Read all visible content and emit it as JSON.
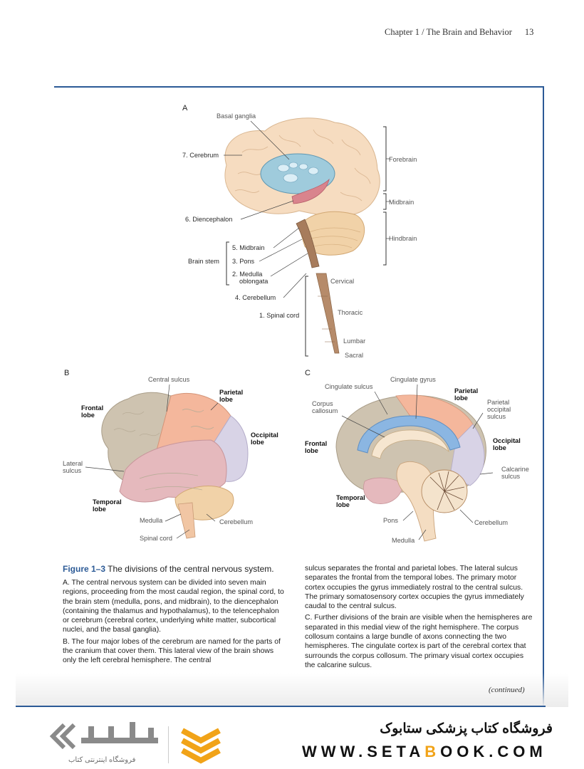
{
  "header": {
    "running_title": "Chapter 1 / The Brain and Behavior",
    "page_number": "13"
  },
  "panel_a": {
    "letter": "A",
    "labels": {
      "basal_ganglia": "Basal ganglia",
      "cerebrum": "7. Cerebrum",
      "diencephalon": "6. Diencephalon",
      "brain_stem": "Brain stem",
      "midbrain_num": "5. Midbrain",
      "pons": "3. Pons",
      "medulla_line1": "2. Medulla",
      "medulla_line2": "oblongata",
      "cerebellum": "4. Cerebellum",
      "spinal_cord": "1. Spinal cord",
      "forebrain": "Forebrain",
      "midbrain": "Midbrain",
      "hindbrain": "Hindbrain",
      "cervical": "Cervical",
      "thoracic": "Thoracic",
      "lumbar": "Lumbar",
      "sacral": "Sacral"
    }
  },
  "panel_b": {
    "letter": "B",
    "labels": {
      "central_sulcus": "Central sulcus",
      "parietal_line1": "Parietal",
      "parietal_line2": "lobe",
      "frontal_line1": "Frontal",
      "frontal_line2": "lobe",
      "occipital_line1": "Occipital",
      "occipital_line2": "lobe",
      "lateral_line1": "Lateral",
      "lateral_line2": "sulcus",
      "temporal_line1": "Temporal",
      "temporal_line2": "lobe",
      "medulla": "Medulla",
      "spinal_cord": "Spinal cord",
      "cerebellum": "Cerebellum"
    }
  },
  "panel_c": {
    "letter": "C",
    "labels": {
      "cingulate_gyrus": "Cingulate gyrus",
      "cingulate_sulcus": "Cingulate sulcus",
      "parietal_line1": "Parietal",
      "parietal_line2": "lobe",
      "corpus_line1": "Corpus",
      "corpus_line2": "callosum",
      "parietal_occipital_line1": "Parietal",
      "parietal_occipital_line2": "occipital",
      "parietal_occipital_line3": "sulcus",
      "frontal_line1": "Frontal",
      "frontal_line2": "lobe",
      "occipital_line1": "Occipital",
      "occipital_line2": "lobe",
      "calcarine_line1": "Calcarine",
      "calcarine_line2": "sulcus",
      "temporal_line1": "Temporal",
      "temporal_line2": "lobe",
      "pons": "Pons",
      "medulla": "Medulla",
      "cerebellum": "Cerebellum"
    }
  },
  "caption": {
    "figure_number": "Figure 1–3",
    "figure_title": " The divisions of the central nervous system.",
    "para_a": "A. The central nervous system can be divided into seven main regions, proceeding from the most caudal region, the spinal cord, to the brain stem (medulla, pons, and midbrain), to the diencephalon (containing the thalamus and hypothalamus), to the telencephalon or cerebrum (cerebral cortex, underlying white matter, subcortical nuclei, and the basal ganglia).",
    "para_b": "B. The four major lobes of the cerebrum are named for the parts of the cranium that cover them. This lateral view of the brain shows only the left cerebral hemisphere. The central",
    "para_b_cont": "sulcus separates the frontal and parietal lobes. The lateral sulcus separates the frontal from the temporal lobes. The primary motor cortex occupies the gyrus immediately rostral to the central sulcus. The primary somatosensory cortex occupies the gyrus immediately caudal to the central sulcus.",
    "para_c": "C. Further divisions of the brain are visible when the hemispheres are separated in this medial view of the right hemisphere. The corpus collosum contains a large bundle of axons connecting the two hemispheres. The cingulate cortex is part of the cerebral cortex that surrounds the corpus collosum. The primary visual cortex occupies the calcarine sulcus.",
    "continued": "(continued)"
  },
  "footer": {
    "shop_name": "فروشگاه کتاب پزشکی ستابوک",
    "url_prefix": "WWW.SETA",
    "url_accent": "B",
    "url_suffix": "OOK.COM",
    "logo_tagline": "فروشگاه اینترنتی کتاب"
  },
  "colors": {
    "frame_blue": "#2c5a96",
    "cerebrum": "#f6dcc0",
    "basal_ganglia": "#9fcbdc",
    "cerebellum": "#f1d2a8",
    "brain_stem": "#a77c5c",
    "frontal_lobe": "#cec3b0",
    "parietal_lobe": "#f4b79c",
    "occipital_lobe": "#d8d3e6",
    "temporal_lobe": "#e5b9bd",
    "corpus_callosum": "#8bb6e2",
    "logo_orange": "#f1a318",
    "logo_gray": "#8a8a8a"
  }
}
